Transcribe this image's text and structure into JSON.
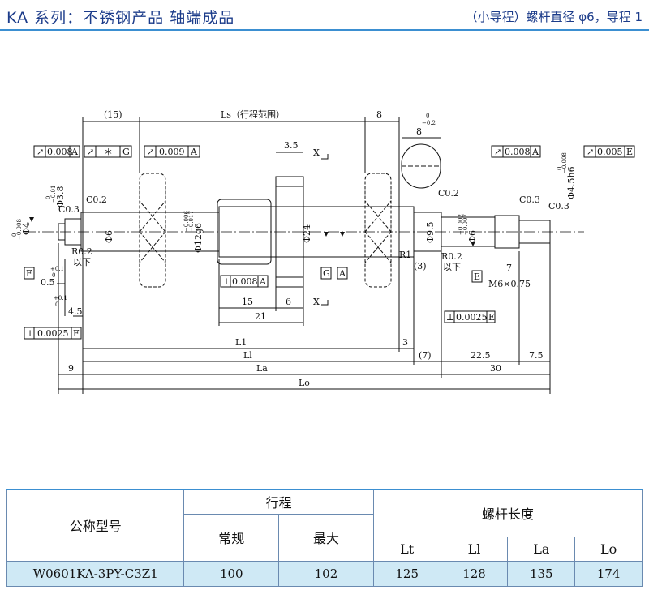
{
  "header": {
    "title": "KA 系列：不锈钢产品 轴端成品",
    "right": "（小导程）螺杆直径 φ6，导程 1"
  },
  "drawing": {
    "dims": {
      "d15": "(15)",
      "ls": "Ls（行程范围）",
      "d8a": "8",
      "d8b": "8",
      "tol_02": "0",
      "tol_02b": "−0.2",
      "d35": "3.5",
      "x1": "X",
      "x2": "X",
      "phi38": "Φ3.8",
      "phi4": "Φ4",
      "phi6a": "Φ6",
      "phi12": "Φ12g6",
      "phi24": "Φ24",
      "phi95": "Φ9.5",
      "phi6b": "Φ6",
      "phi45": "Φ4.5h6",
      "c03a": "C0.3",
      "c02a": "C0.2",
      "c02b": "C0.2",
      "c03b": "C0.3",
      "c03c": "C0.3",
      "r02a": "R0.2",
      "yixia_a": "以下",
      "r02b": "R0.2",
      "yixia_b": "以下",
      "r1": "R1",
      "d3p": "(3)",
      "d7": "7",
      "m6": "M6×0.75",
      "d05": "0.5",
      "d45": "4.5",
      "d15b": "15",
      "d6": "6",
      "d21": "21",
      "l1": "L1",
      "d3": "3",
      "ll": "Ll",
      "d7p": "(7)",
      "d225": "22.5",
      "d75": "7.5",
      "d9": "9",
      "la": "La",
      "d30": "30",
      "lo": "Lo",
      "tol_a1": "0",
      "tol_a2": "−0.008",
      "tol_b1": "0",
      "tol_b2": "−0.01",
      "tol_c1": "−0.006",
      "tol_c2": "−0.017",
      "tol_d1": "−0.002",
      "tol_d2": "−0.007",
      "tol_e1": "0",
      "tol_e2": "−0.008",
      "tol_f1": "+0.1",
      "tol_f2": "0",
      "tol_g1": "+0.1",
      "tol_g2": "0"
    },
    "frames": {
      "f1": [
        "↗",
        "0.008",
        "A"
      ],
      "f2": [
        "↗",
        "＊",
        "G"
      ],
      "f3": [
        "↗",
        "0.009",
        "A"
      ],
      "f4": [
        "↗",
        "0.008",
        "A"
      ],
      "f5": [
        "↗",
        "0.005",
        "E"
      ],
      "f6": [
        "⊥",
        "0.008",
        "A"
      ],
      "f7": [
        "⊥",
        "0.0025",
        "E"
      ],
      "f8": [
        "⊥",
        "0.0025",
        "F"
      ]
    },
    "datums": {
      "F": "F",
      "G": "G",
      "A": "A",
      "E": "E"
    }
  },
  "table": {
    "col_model": "公称型号",
    "col_stroke": "行程",
    "col_length": "螺杆长度",
    "col_normal": "常规",
    "col_max": "最大",
    "sub_lt": "Lt",
    "sub_ll": "Ll",
    "sub_la": "La",
    "sub_lo": "Lo",
    "row": {
      "model": "W0601KA-3PY-C3Z1",
      "normal": "100",
      "max": "102",
      "lt": "125",
      "ll": "128",
      "la": "135",
      "lo": "174"
    }
  }
}
